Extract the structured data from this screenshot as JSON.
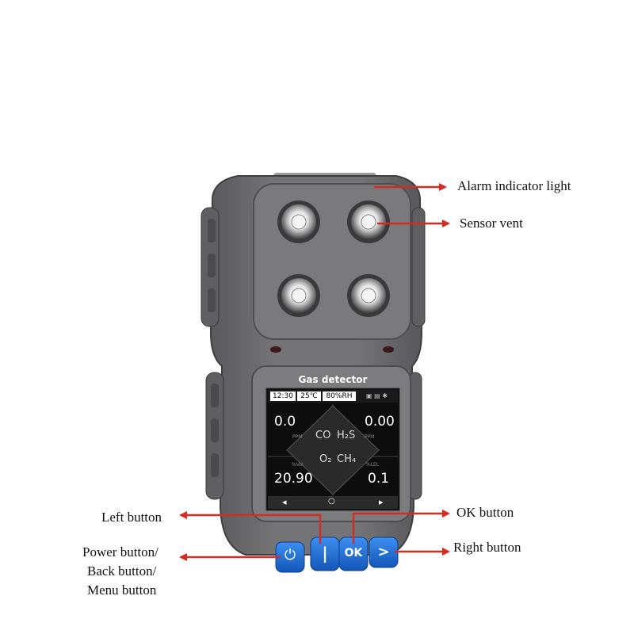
{
  "device": {
    "label": "Gas detector",
    "colors": {
      "body": "#6e6e70",
      "body_dark": "#4a4a4c",
      "screen_bg": "#111111",
      "button_blue": "#1e6fd6",
      "arrow_red": "#d62a24"
    }
  },
  "status_bar": {
    "time": "12:30",
    "temp": "25℃",
    "humidity": "80%RH"
  },
  "readings": [
    {
      "gas": "CO",
      "value": "0.0",
      "unit": "PPM"
    },
    {
      "gas": "H₂S",
      "value": "0.00",
      "unit": "PPM"
    },
    {
      "gas": "O₂",
      "value": "20.90",
      "unit": "%Vol"
    },
    {
      "gas": "CH₄",
      "value": "0.1",
      "unit": "%LEL"
    }
  ],
  "nav_bar": {
    "left": "◂",
    "center": "○",
    "right": "▸"
  },
  "buttons": {
    "power_glyph": "⏻",
    "left_glyph": "|",
    "ok_label": "OK",
    "right_glyph": ">"
  },
  "callouts": {
    "alarm_light": "Alarm indicator light",
    "sensor_vent": "Sensor vent",
    "left_button": "Left button",
    "ok_button": "OK button",
    "right_button": "Right button",
    "power_button_1": "Power button/",
    "power_button_2": "Back button/",
    "power_button_3": "Menu button"
  }
}
